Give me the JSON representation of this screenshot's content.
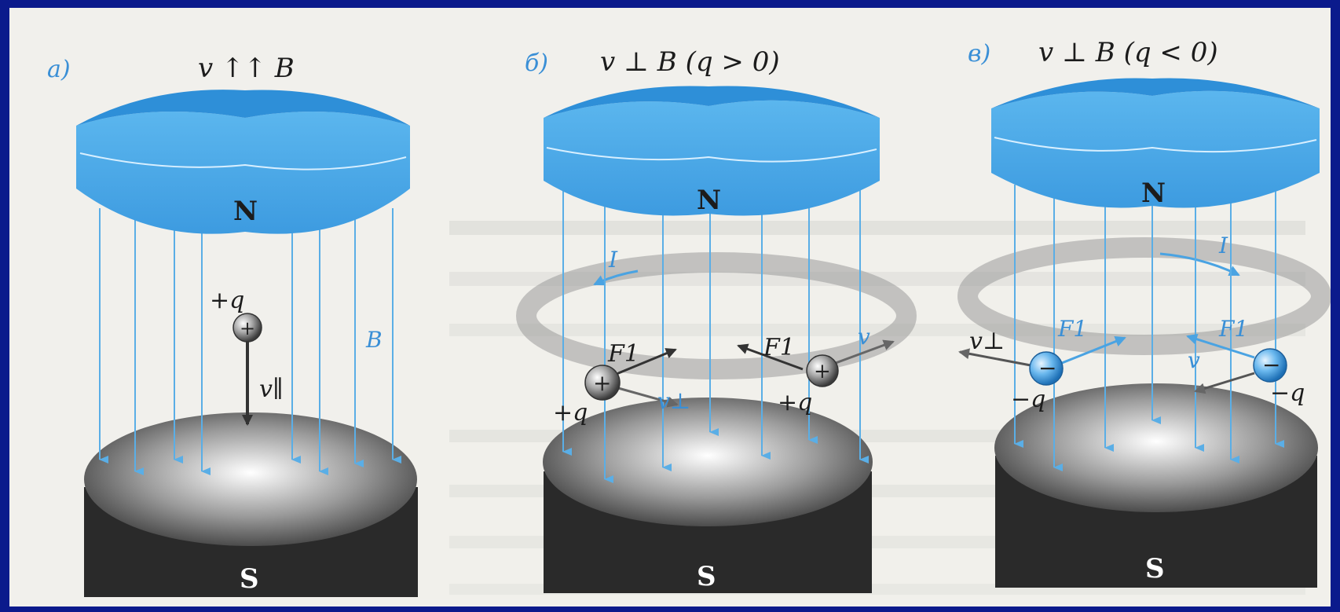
{
  "panels": [
    {
      "letter": "а)",
      "title": "v ↑↑ B",
      "north_label": "N",
      "south_label": "S",
      "labels": {
        "charge": "+q",
        "field": "B",
        "velocity": "v∥"
      }
    },
    {
      "letter": "б)",
      "title": "v ⊥ B  (q > 0)",
      "north_label": "N",
      "south_label": "S",
      "labels": {
        "current": "I",
        "force_left": "F1",
        "velocity_left": "v⊥",
        "charge_left": "+q",
        "force_right": "F1",
        "velocity_right": "v",
        "charge_right": "+q"
      }
    },
    {
      "letter": "в)",
      "title": "v ⊥ B  (q < 0)",
      "north_label": "N",
      "south_label": "S",
      "labels": {
        "current": "I",
        "velocity_left": "v⊥",
        "force_left": "F1",
        "charge_left": "−q",
        "force_right": "F1",
        "velocity_right": "v",
        "charge_right": "−q"
      }
    }
  ],
  "colors": {
    "magnet_north": "#4aa8e8",
    "magnet_south": "#2a2a2a",
    "field_line": "#5aaee6",
    "frame": "#0b1a8c"
  }
}
